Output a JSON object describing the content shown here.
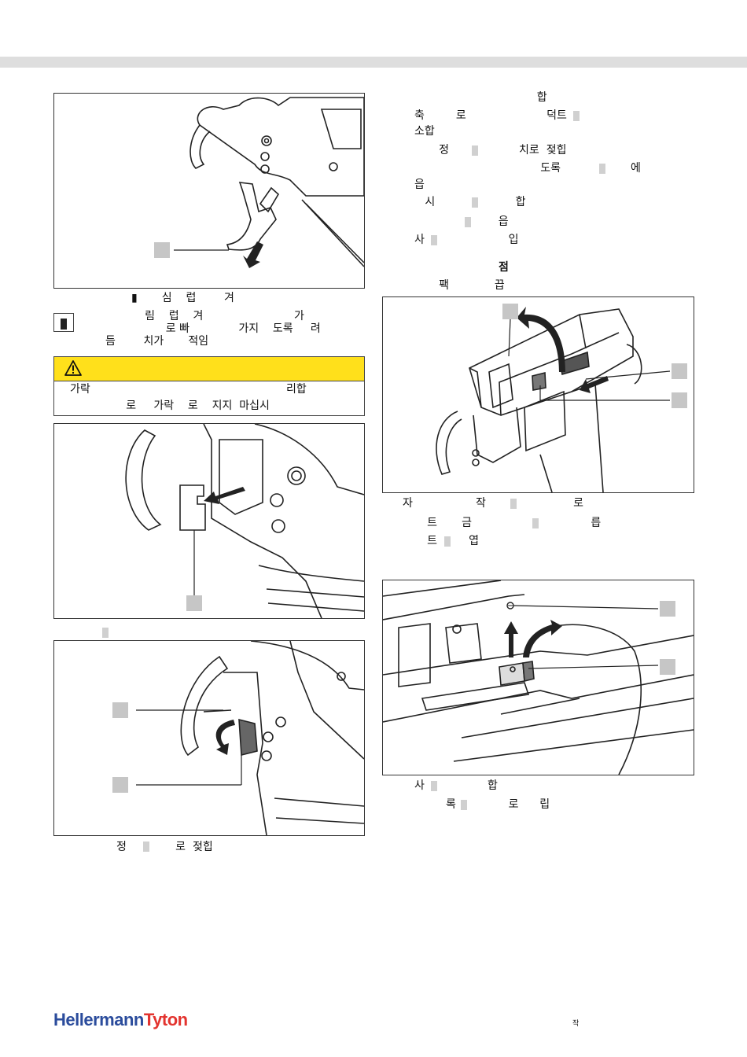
{
  "left": {
    "caption1": "           ▮       심    럽        겨",
    "info_line1": "                  림    럽    겨                          가",
    "info_line2": "                        로 빠              가지    도록     려",
    "info_line3": "듬        치가       적임",
    "warning_line1": "가락                                                        리합",
    "warning_line2": "                로     가락    로    지지  마십시",
    "caption2": "",
    "caption3": "정              로  젖힙"
  },
  "right": {
    "lines": [
      "                                   합",
      "축         로                       덕트",
      "소합",
      "       정                    치로  젖힙",
      "                                    도록                    에",
      "읍",
      "   시                       합",
      "                        읍",
      "사                        입"
    ],
    "heading": "점",
    "heading_sub": "       팩             끕",
    "caption_a": "자                  작                         로",
    "caption_b": "       트       금                                  릅",
    "caption_c": "       트         엽",
    "caption_d": "사                  합",
    "caption_e": "         록               로      립"
  },
  "footer": {
    "brand_part1": "Hellermann",
    "brand_part2": "Tyton",
    "page_note": "작"
  },
  "colors": {
    "warning_yellow": "#ffe01b",
    "brand_blue": "#2b4c9c",
    "brand_red": "#e3342f",
    "callout_gray": "#c6c6c6"
  },
  "icons": [
    "warning-triangle-icon",
    "info-icon",
    "arrow-icon"
  ]
}
